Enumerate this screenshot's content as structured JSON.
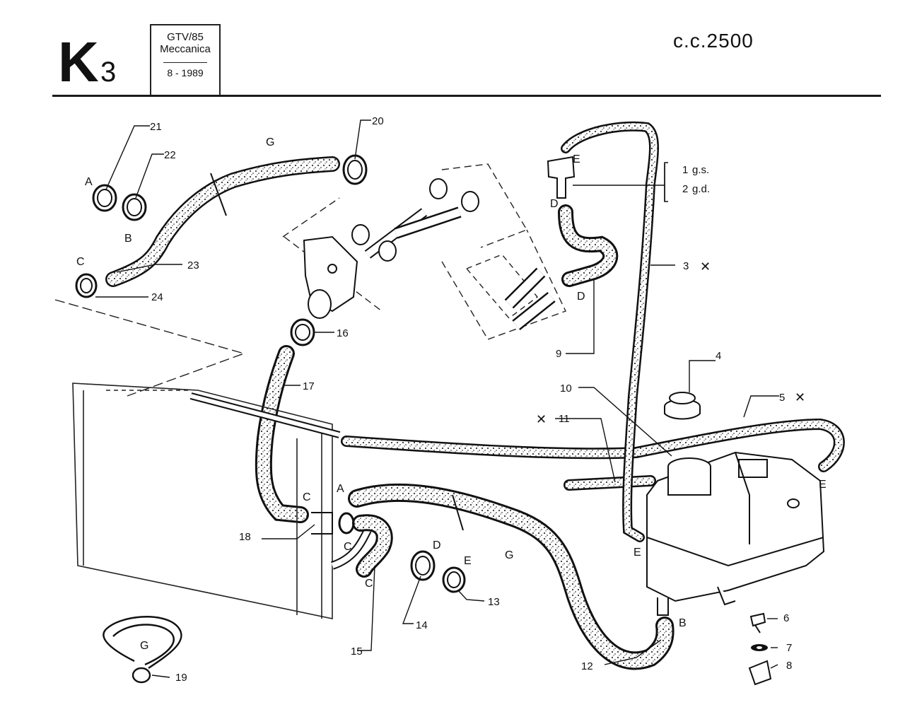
{
  "header": {
    "page_code": "K",
    "page_code_sub": "3",
    "model": "GTV/85",
    "section": "Meccanica",
    "date": "8 - 1989",
    "engine": "c.c.2500"
  },
  "callouts": {
    "c1": "1",
    "c2": "2",
    "c3": "3",
    "c4": "4",
    "c5": "5",
    "c6": "6",
    "c7": "7",
    "c8": "8",
    "c9": "9",
    "c10": "10",
    "c11": "11",
    "c12": "12",
    "c13": "13",
    "c14": "14",
    "c15": "15",
    "c16": "16",
    "c17": "17",
    "c18": "18",
    "c19": "19",
    "c20": "20",
    "c21": "21",
    "c22": "22",
    "c23": "23",
    "c24": "24"
  },
  "notes": {
    "gs": "g.s.",
    "gd": "g.d."
  },
  "letters": {
    "A": "A",
    "B": "B",
    "C": "C",
    "D": "D",
    "E": "E",
    "G": "G"
  },
  "marks": {
    "cross": "✕"
  }
}
